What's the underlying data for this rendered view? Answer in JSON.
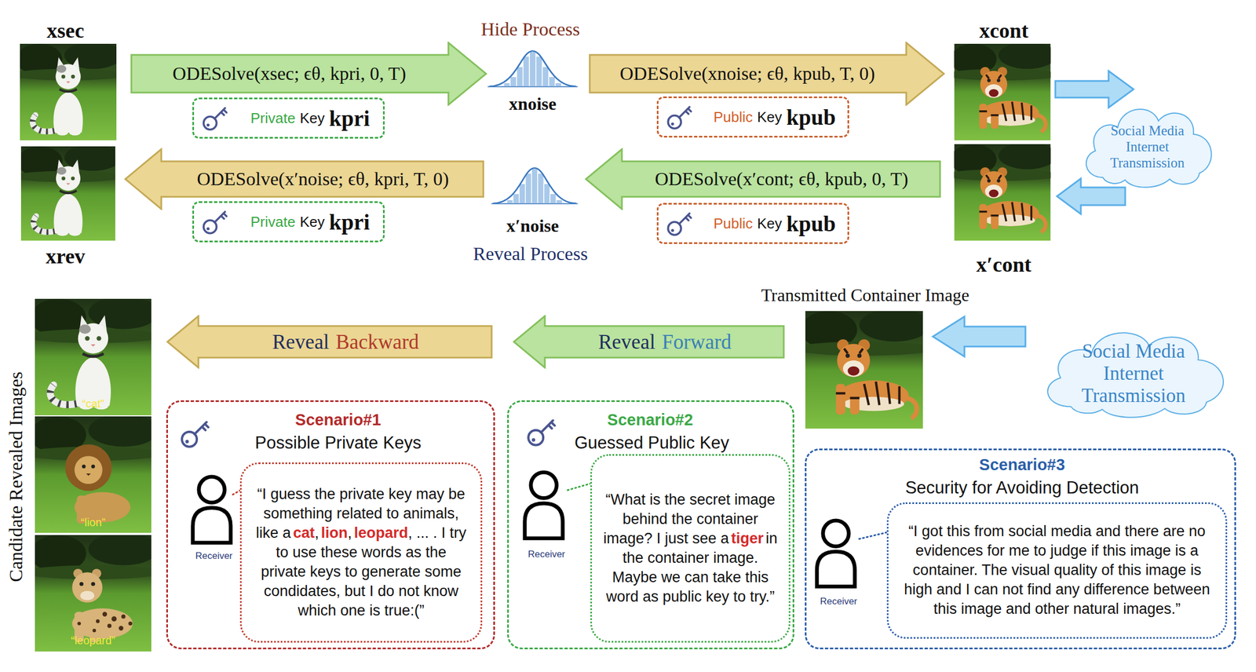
{
  "diagram": {
    "nodes": [
      {
        "text": [
          "ODESolve(xsec; ϵθ, kpri, 0, T)"
        ]
      },
      {
        "text": [
          "Private",
          "Key",
          "kpri"
        ]
      },
      {
        "text": [
          "ODESolve(xnoise; ϵθ, kpub, T, 0)"
        ]
      },
      {
        "text": [
          "Public",
          "Key",
          "kpub"
        ]
      },
      {
        "text": [
          "Social Media Internet Transmission"
        ]
      },
      {
        "text": [
          "ODESolve(x′noise; ϵθ, kpri, T, 0)"
        ]
      },
      {
        "text": [
          "Private",
          "Key",
          "kpri"
        ]
      },
      {
        "text": [
          "ODESolve(x′cont; ϵθ, kpub, 0, T)"
        ]
      },
      {
        "text": [
          "Public",
          "Key",
          "kpub"
        ]
      },
      {
        "text": [
          "Reveal",
          "Backward"
        ]
      },
      {
        "text": [
          "Reveal",
          "Forward"
        ]
      },
      {
        "text": [
          "Social Media Internet Transmission"
        ]
      },
      {
        "text": [
          "Scenario#1",
          "Possible Private Keys",
          "Receiver"
        ]
      },
      {
        "text": [
          "“I guess the private key may be something related to animals, like a",
          "cat",
          ",",
          "lion",
          ",",
          "leopard",
          ", ... . I try to use these words as the private keys to generate some condidates, but I do not know which one is true:(”"
        ],
        "in": 12
      },
      {
        "text": [
          "Scenario#2",
          "Guessed Public Key",
          "Receiver"
        ]
      },
      {
        "text": [
          "“What is the secret image behind the container image? I just see a",
          "tiger",
          "in the container image. Maybe we can take this word as public key to try.”"
        ],
        "in": 14
      },
      {
        "text": [
          "Scenario#3",
          "Security for Avoiding Detection",
          "Receiver"
        ]
      },
      {
        "text": [
          "“I got this from social media and there are no evidences for me to judge if this image is a container. The visual quality of this image is high and I can not find any difference between this image and other natural images.”"
        ],
        "in": 16
      }
    ],
    "labels": [
      "xsec",
      "xrev",
      "Hide Process",
      "xnoise",
      "x′noise",
      "Reveal Process",
      "xcont",
      "x′cont",
      "Transmitted Container Image",
      "Candidate Revealed Images",
      "“cat”",
      "“lion”",
      "“leopard”"
    ]
  }
}
